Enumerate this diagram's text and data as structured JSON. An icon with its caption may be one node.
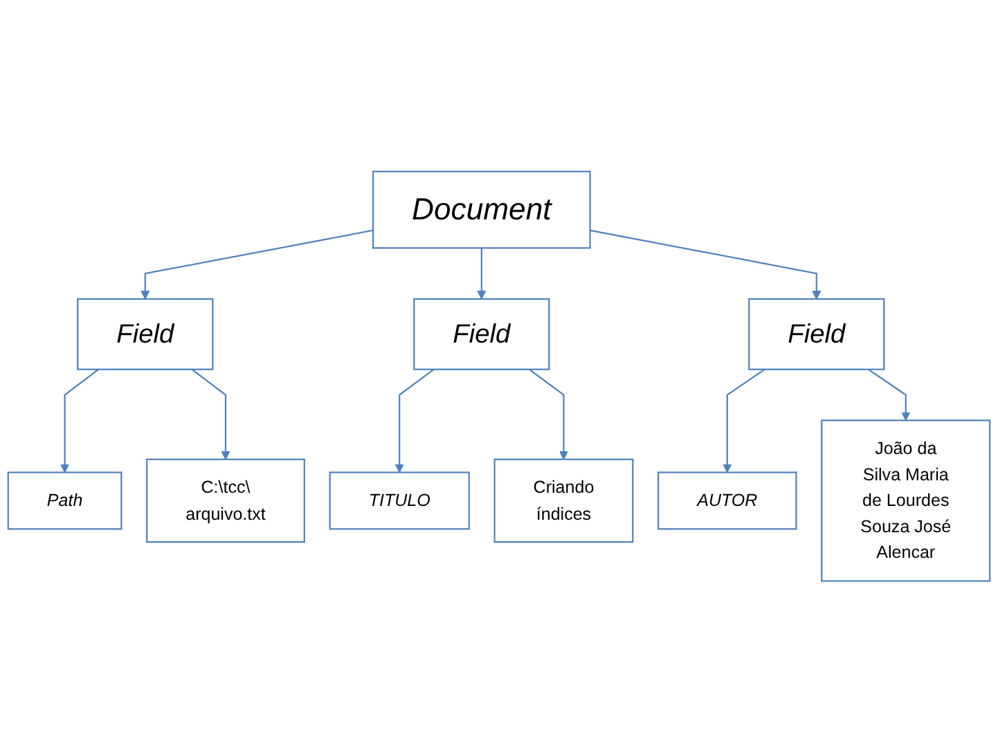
{
  "diagram": {
    "nodes": [
      {
        "text": [
          "Document"
        ]
      },
      {
        "text": [
          "Field"
        ]
      },
      {
        "text": [
          "Field"
        ]
      },
      {
        "text": [
          "Field"
        ]
      },
      {
        "text": [
          "Path"
        ]
      },
      {
        "text": [
          "C:\\tcc\\ arquivo.txt"
        ]
      },
      {
        "text": [
          "TITULO"
        ]
      },
      {
        "text": [
          "Criando índices"
        ]
      },
      {
        "text": [
          "AUTOR"
        ]
      },
      {
        "text": [
          "João da Silva Maria de Lourdes Souza José Alencar"
        ]
      }
    ],
    "edges": [
      {
        "from": 0,
        "to": 1,
        "arrow": "to"
      },
      {
        "from": 0,
        "to": 2,
        "arrow": "to"
      },
      {
        "from": 0,
        "to": 3,
        "arrow": "to"
      },
      {
        "from": 1,
        "to": 4,
        "arrow": "to"
      },
      {
        "from": 1,
        "to": 5,
        "arrow": "to"
      },
      {
        "from": 2,
        "to": 6,
        "arrow": "to"
      },
      {
        "from": 2,
        "to": 7,
        "arrow": "to"
      },
      {
        "from": 3,
        "to": 8,
        "arrow": "to"
      },
      {
        "from": 3,
        "to": 9,
        "arrow": "to"
      }
    ]
  }
}
